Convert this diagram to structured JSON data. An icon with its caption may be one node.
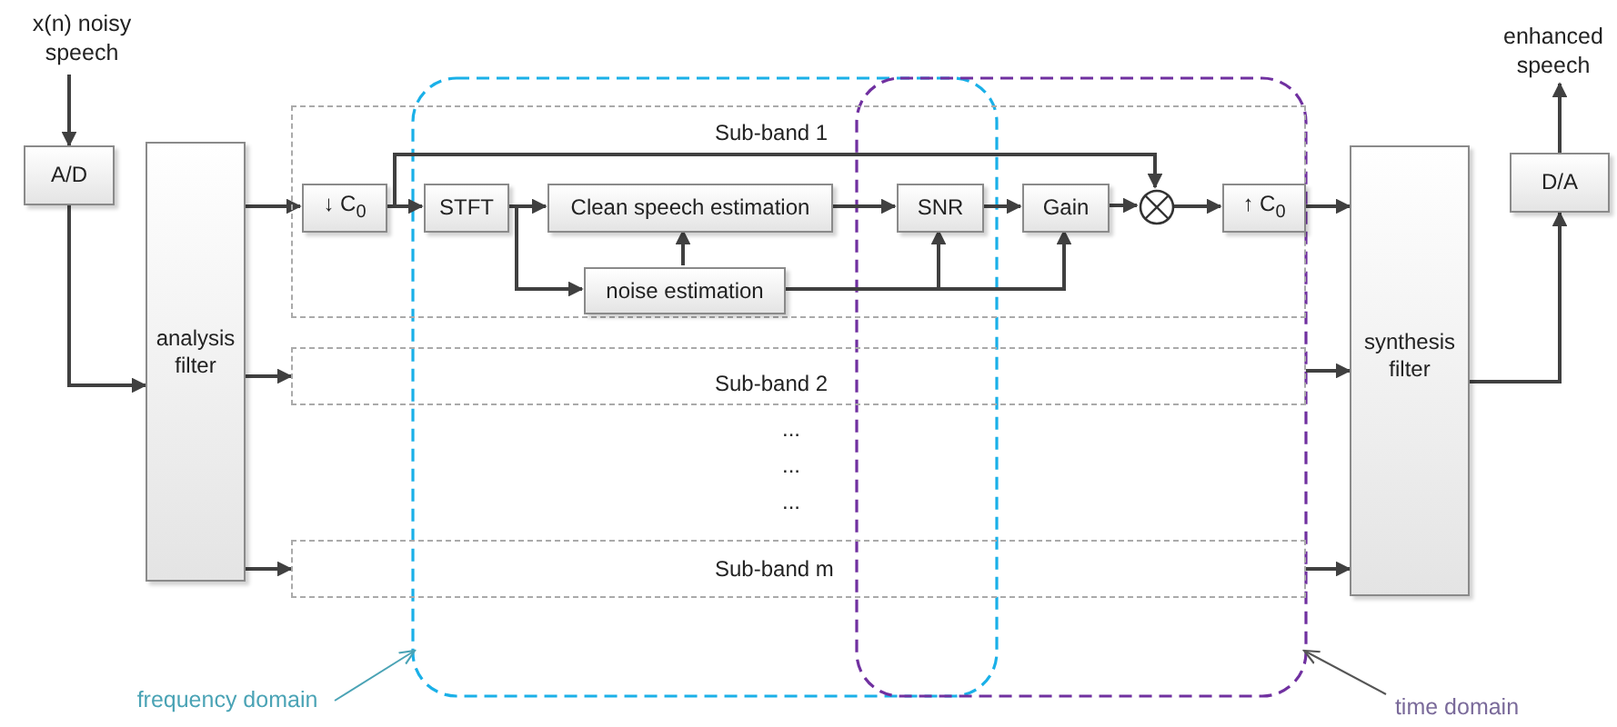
{
  "diagram": {
    "nodes": [
      {
        "text": [
          "x(n) noisy speech"
        ]
      },
      {
        "text": [
          "A/D"
        ]
      },
      {
        "text": [
          "analysis filter"
        ]
      },
      {
        "text": [
          "Sub-band 1"
        ]
      },
      {
        "text": [
          "↓ C$_{0}$"
        ],
        "in": 3
      },
      {
        "text": [
          "STFT"
        ],
        "in": 3
      },
      {
        "text": [
          "Clean speech estimation"
        ],
        "in": 3
      },
      {
        "text": [
          "noise estimation"
        ],
        "in": 3
      },
      {
        "text": [
          "SNR"
        ],
        "in": 3
      },
      {
        "text": [
          "Gain"
        ],
        "in": 3
      },
      {
        "text": [],
        "shape": "circle",
        "in": 3
      },
      {
        "text": [
          "↑ C$_{0}$"
        ],
        "in": 3
      },
      {
        "text": [
          "Sub-band 2"
        ]
      },
      {
        "text": [
          "Sub-band m"
        ]
      },
      {
        "text": [
          "synthesis filter"
        ]
      },
      {
        "text": [
          "D/A"
        ]
      },
      {
        "text": [
          "enhanced speech"
        ]
      },
      {
        "text": [
          "frequency domain"
        ]
      },
      {
        "text": [
          "time domain"
        ]
      }
    ],
    "edges": [
      {
        "from": 0,
        "to": 1,
        "arrow": "to"
      },
      {
        "from": 1,
        "to": 2,
        "arrow": "to"
      },
      {
        "from": 2,
        "to": 4,
        "arrow": "to"
      },
      {
        "from": 2,
        "to": 12,
        "arrow": "to"
      },
      {
        "from": 2,
        "to": 13,
        "arrow": "to"
      },
      {
        "from": 4,
        "to": 5,
        "arrow": "to"
      },
      {
        "from": 4,
        "to": 10,
        "arrow": "to"
      },
      {
        "from": 5,
        "to": 6,
        "arrow": "to"
      },
      {
        "from": 5,
        "to": 7,
        "arrow": "to"
      },
      {
        "from": 7,
        "to": 6,
        "arrow": "to"
      },
      {
        "from": 6,
        "to": 8,
        "arrow": "to"
      },
      {
        "from": 7,
        "to": 8,
        "arrow": "to"
      },
      {
        "from": 7,
        "to": 9,
        "arrow": "to"
      },
      {
        "from": 8,
        "to": 9,
        "arrow": "to"
      },
      {
        "from": 9,
        "to": 10,
        "arrow": "to"
      },
      {
        "from": 10,
        "to": 11,
        "arrow": "to"
      },
      {
        "from": 11,
        "to": 14,
        "arrow": "to"
      },
      {
        "from": 12,
        "to": 14,
        "arrow": "to"
      },
      {
        "from": 13,
        "to": 14,
        "arrow": "to"
      },
      {
        "from": 14,
        "to": 15,
        "arrow": "to"
      },
      {
        "from": 15,
        "to": 16,
        "arrow": "to"
      },
      {
        "from": 17,
        "to": null,
        "arrow": "to",
        "color": "#4aa3b5"
      },
      {
        "from": 18,
        "to": null,
        "arrow": "to",
        "color": "#555555"
      }
    ],
    "labels": [
      "...",
      "...",
      "..."
    ]
  }
}
